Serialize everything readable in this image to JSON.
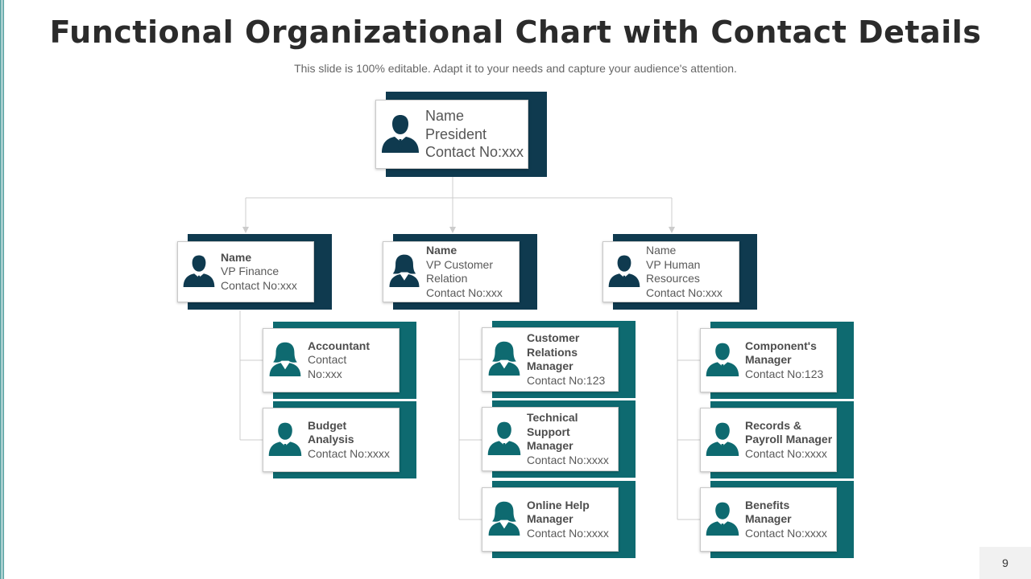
{
  "title": "Functional Organizational Chart with Contact Details",
  "subtitle": "This slide is 100% editable. Adapt it to your needs and capture your audience's attention.",
  "page_number": "9",
  "colors": {
    "dark_navy": "#0f3a4f",
    "teal": "#0e6a70",
    "connector": "#cccccc"
  },
  "president": {
    "name": "Name",
    "role": "President",
    "contact": "Contact No:xxx",
    "icon": "male-person-icon"
  },
  "vps": [
    {
      "name": "Name",
      "role_lines": [
        "VP Finance"
      ],
      "contact": "Contact No:xxx",
      "icon": "male-person-icon"
    },
    {
      "name": "Name",
      "role_lines": [
        "VP Customer",
        "Relation"
      ],
      "contact": "Contact No:xxx",
      "icon": "female-person-icon"
    },
    {
      "name": "Name",
      "role_lines": [
        "VP Human",
        "Resources"
      ],
      "contact": "Contact No:xxx",
      "icon": "male-person-icon"
    }
  ],
  "finance_team": [
    {
      "title_lines": [
        "Accountant"
      ],
      "contact_lines": [
        "Contact",
        "No:xxx"
      ],
      "icon": "female-person-icon"
    },
    {
      "title_lines": [
        "Budget",
        "Analysis"
      ],
      "contact_lines": [
        "Contact No:xxxx"
      ],
      "icon": "male-person-icon"
    }
  ],
  "customer_team": [
    {
      "title_lines": [
        "Customer",
        "Relations",
        "Manager"
      ],
      "contact_lines": [
        "Contact No:123"
      ],
      "icon": "female-person-icon"
    },
    {
      "title_lines": [
        "Technical",
        "Support",
        "Manager"
      ],
      "contact_lines": [
        "Contact No:xxxx"
      ],
      "icon": "male-person-icon"
    },
    {
      "title_lines": [
        "Online Help",
        "Manager"
      ],
      "contact_lines": [
        "Contact No:xxxx"
      ],
      "icon": "female-person-icon"
    }
  ],
  "hr_team": [
    {
      "title_lines": [
        "Component's",
        "Manager"
      ],
      "contact_lines": [
        "Contact No:123"
      ],
      "icon": "male-person-icon"
    },
    {
      "title_lines": [
        "Records &",
        "Payroll Manager"
      ],
      "contact_lines": [
        "Contact No:xxxx"
      ],
      "icon": "male-person-icon"
    },
    {
      "title_lines": [
        "Benefits",
        "Manager"
      ],
      "contact_lines": [
        "Contact No:xxxx"
      ],
      "icon": "male-person-icon"
    }
  ]
}
